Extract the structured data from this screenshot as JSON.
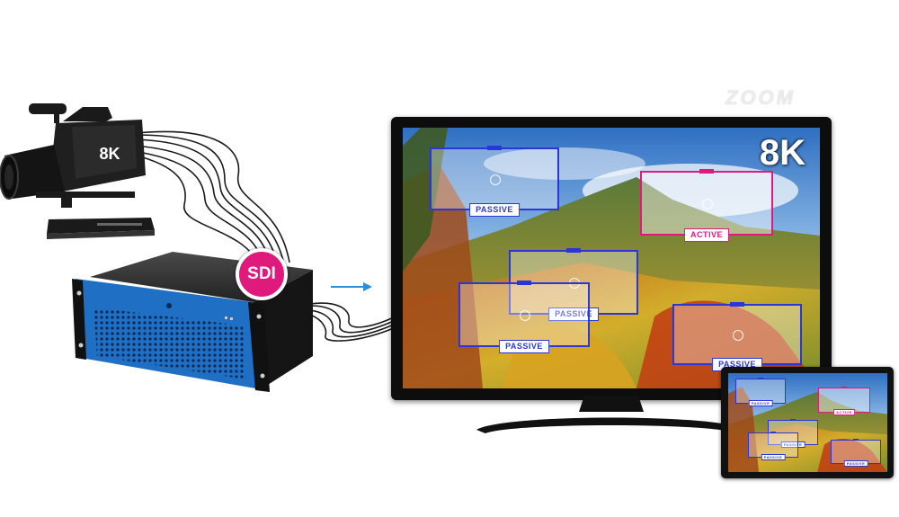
{
  "diagram": {
    "camera": {
      "badge": "8K"
    },
    "server": {
      "badge": "SDI"
    },
    "monitor": {
      "resolution_label": "8K",
      "logo": "ZOOM",
      "regions": [
        {
          "label": "PASSIVE",
          "kind": "passive"
        },
        {
          "label": "ACTIVE",
          "kind": "active"
        },
        {
          "label": "PASSIVE",
          "kind": "passive"
        },
        {
          "label": "PASSIVE",
          "kind": "passive"
        },
        {
          "label": "PASSIVE",
          "kind": "passive"
        }
      ]
    },
    "tablet": {
      "regions": [
        {
          "label": "PASSIVE",
          "kind": "passive"
        },
        {
          "label": "ACTIVE",
          "kind": "active"
        },
        {
          "label": "PASSIVE",
          "kind": "passive"
        },
        {
          "label": "PASSIVE",
          "kind": "passive"
        },
        {
          "label": "PASSIVE",
          "kind": "passive"
        }
      ]
    },
    "colors": {
      "passive": "#2b36d9",
      "active": "#e0197d",
      "sdi_badge": "#e0197d",
      "server_blue": "#1f6fc4",
      "arrow": "#2a8fd6"
    }
  }
}
